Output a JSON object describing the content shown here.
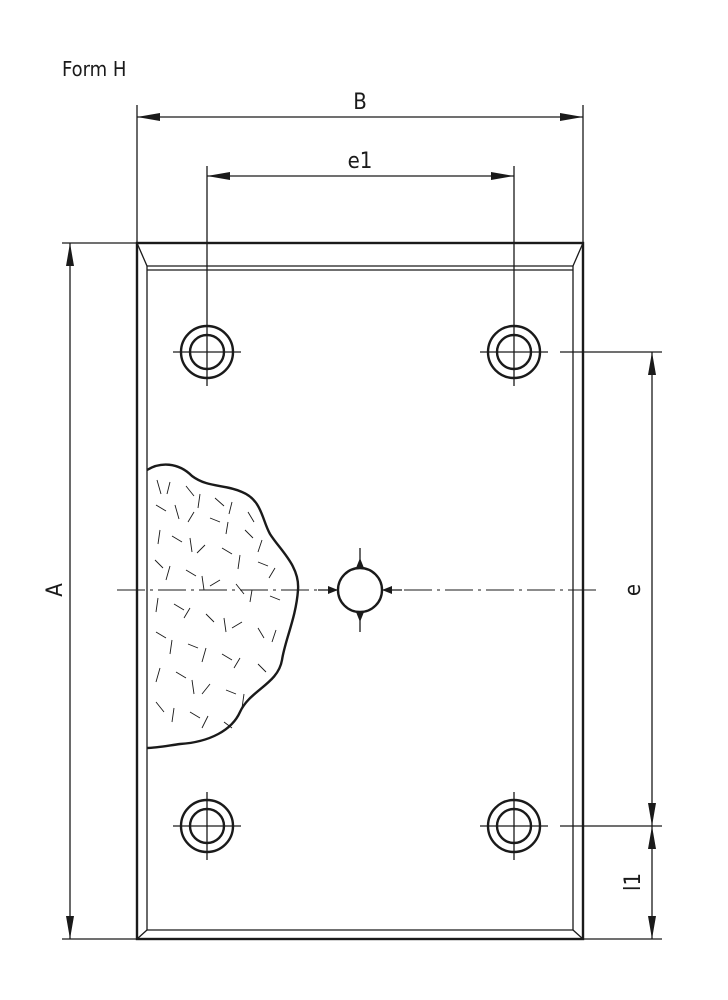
{
  "title": "Form H",
  "dimensions": {
    "width": "B",
    "hole_spacing_x": "e1",
    "height": "A",
    "hole_spacing_y": "e",
    "edge_offset": "l1"
  }
}
